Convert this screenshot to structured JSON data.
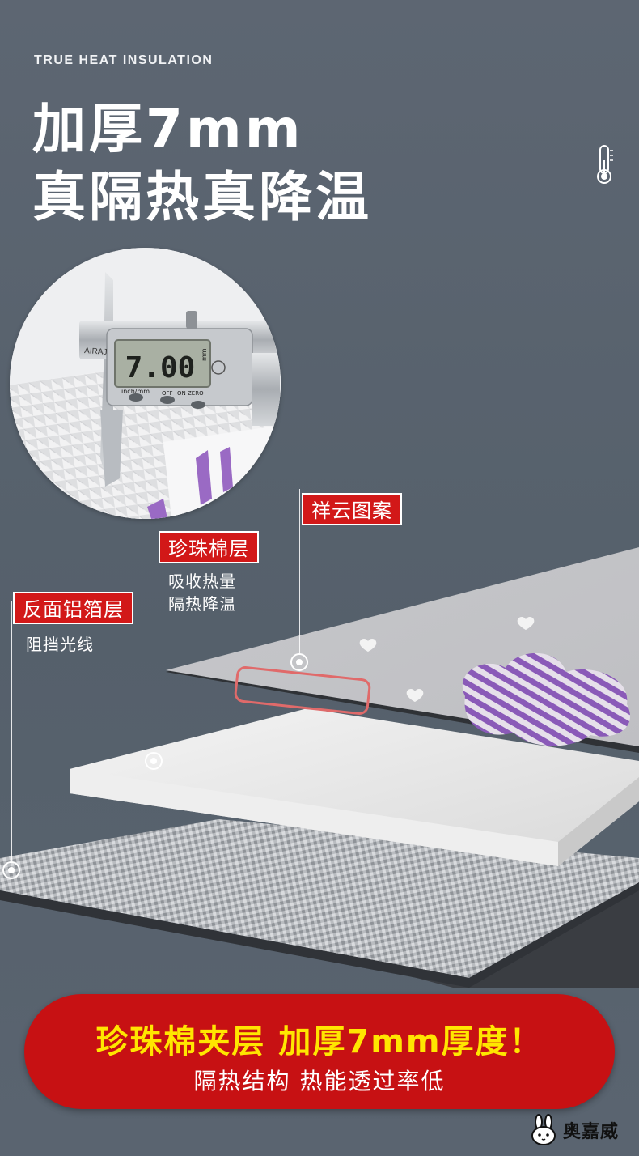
{
  "header": {
    "eyebrow": "TRUE HEAT INSULATION",
    "title_line1": "加厚7mm",
    "title_line2": "真隔热真降温"
  },
  "icons": {
    "thermometer": "thermometer-icon",
    "rabbit": "rabbit-logo-icon"
  },
  "caliper": {
    "brand": "AIRAJ",
    "reading": "7.00",
    "unit": "mm",
    "scale_label": "inch/mm",
    "buttons": [
      "OFF",
      "ON",
      "ZERO"
    ]
  },
  "layers": [
    {
      "tag": "祥云图案",
      "desc": []
    },
    {
      "tag": "珍珠棉层",
      "desc": [
        "吸收热量",
        "隔热降温"
      ]
    },
    {
      "tag": "反面铝箔层",
      "desc": [
        "阻挡光线"
      ]
    }
  ],
  "banner": {
    "main": "珍珠棉夹层 加厚7mm厚度！",
    "sub": "隔热结构 热能透过率低"
  },
  "brand": {
    "name": "奥嘉威"
  },
  "colors": {
    "background": "#58626e",
    "tag_red": "#d21818",
    "banner_red": "#c71113",
    "banner_yellow": "#ffe600",
    "cloud_purple": "#8a5ab8"
  }
}
